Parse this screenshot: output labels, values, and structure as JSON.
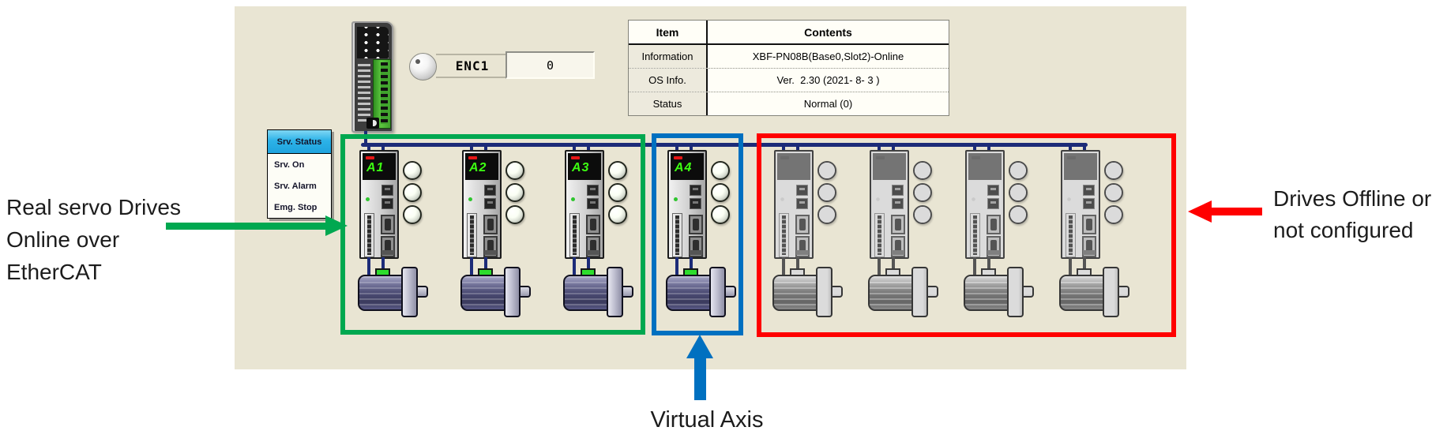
{
  "window": {
    "description": "Servo drive network monitor panel"
  },
  "encoder": {
    "label": "ENC1",
    "value": "0"
  },
  "status_menu": {
    "selected": "Srv. Status",
    "items": [
      "Srv. On",
      "Srv. Alarm",
      "Emg. Stop"
    ]
  },
  "info_table": {
    "headers": [
      "Item",
      "Contents"
    ],
    "rows": [
      [
        "Information",
        "XBF-PN08B(Base0,Slot2)-Online"
      ],
      [
        "OS Info.",
        "Ver.  2.30 (2021- 8- 3 )"
      ],
      [
        "Status",
        "Normal (0)"
      ]
    ]
  },
  "drives": {
    "units": [
      {
        "label": "A1",
        "online": true
      },
      {
        "label": "A2",
        "online": true
      },
      {
        "label": "A3",
        "online": true
      },
      {
        "label": "A4",
        "online": true
      },
      {
        "label": "",
        "online": false
      },
      {
        "label": "",
        "online": false
      },
      {
        "label": "",
        "online": false
      },
      {
        "label": "",
        "online": false
      }
    ]
  },
  "annotations": {
    "left": {
      "lines": [
        "Real servo Drives",
        "Online over",
        "EtherCAT"
      ]
    },
    "right": {
      "lines": [
        "Drives Offline or",
        "not configured"
      ]
    },
    "bottom": {
      "text": "Virtual Axis"
    }
  },
  "colors": {
    "green": "#00A850",
    "blue": "#0070C0",
    "red": "#FF0000",
    "wire": "#1c2b78",
    "panel_bg": "#e9e5d3",
    "axis_label_green": "#3dff12",
    "menu_highlight": "#2cb2e8"
  }
}
